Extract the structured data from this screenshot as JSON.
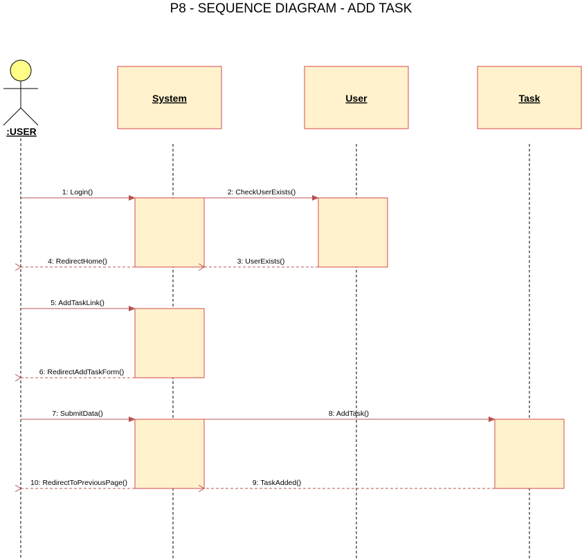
{
  "title": "P8 - SEQUENCE DIAGRAM - ADD TASK",
  "actor": {
    "label": ":USER"
  },
  "objects": [
    {
      "id": "system",
      "label": "System"
    },
    {
      "id": "user",
      "label": "User"
    },
    {
      "id": "task",
      "label": "Task"
    }
  ],
  "messages": [
    {
      "id": "m1",
      "label": "1: Login()",
      "from": "actor",
      "to": "system",
      "kind": "call"
    },
    {
      "id": "m2",
      "label": "2: CheckUserExists()",
      "from": "system",
      "to": "user",
      "kind": "call"
    },
    {
      "id": "m3",
      "label": "3: UserExists()",
      "from": "user",
      "to": "system",
      "kind": "return"
    },
    {
      "id": "m4",
      "label": "4: RedirectHome()",
      "from": "system",
      "to": "actor",
      "kind": "return"
    },
    {
      "id": "m5",
      "label": "5: AddTaskLink()",
      "from": "actor",
      "to": "system",
      "kind": "call"
    },
    {
      "id": "m6",
      "label": "6: RedirectAddTaskForm()",
      "from": "system",
      "to": "actor",
      "kind": "return"
    },
    {
      "id": "m7",
      "label": "7: SubmitData()",
      "from": "actor",
      "to": "system",
      "kind": "call"
    },
    {
      "id": "m8",
      "label": "8: AddTask()",
      "from": "system",
      "to": "task",
      "kind": "call"
    },
    {
      "id": "m9",
      "label": "9: TaskAdded()",
      "from": "task",
      "to": "system",
      "kind": "return"
    },
    {
      "id": "m10",
      "label": "10: RedirectToPreviousPage()",
      "from": "system",
      "to": "actor",
      "kind": "return"
    }
  ],
  "colors": {
    "box_fill": "#fff2cc",
    "box_stroke": "#d6484a",
    "arrow": "#b85450",
    "actor_head": "#ffff88",
    "lifeline": "#000000"
  }
}
